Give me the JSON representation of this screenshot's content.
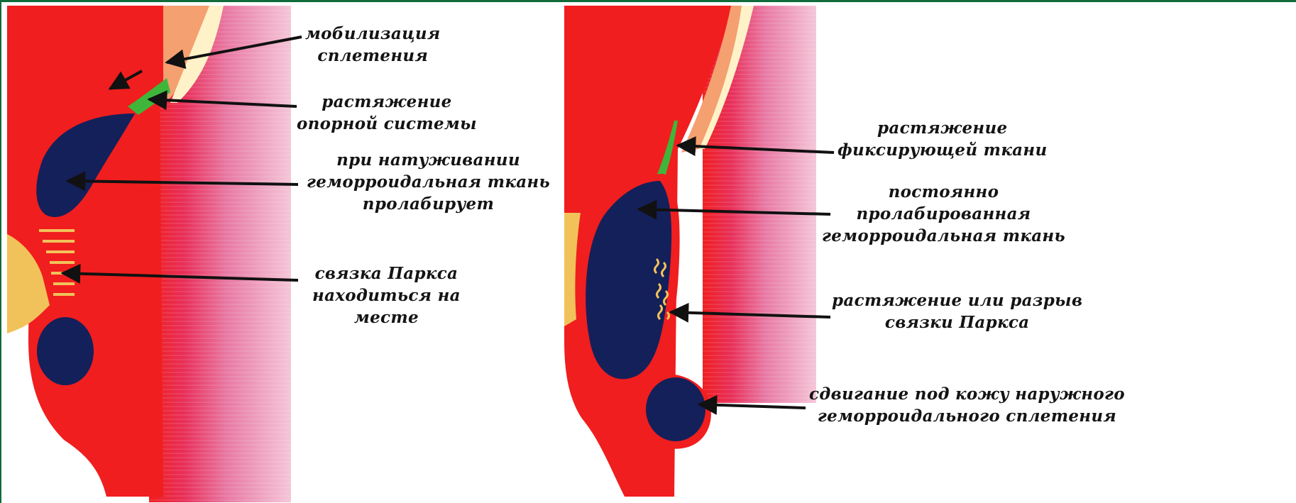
{
  "colors": {
    "tissue_red": "#f01e1e",
    "plexus_navy": "#14205a",
    "mucosa_pink": "#e87aa4",
    "fat_yellow": "#f2c25a",
    "support_green": "#3fb63a",
    "frame_green": "#0f6b3a",
    "arrow_black": "#111111"
  },
  "left_panel": {
    "labels": [
      {
        "lines": [
          "мобилизация",
          "сплетения"
        ]
      },
      {
        "lines": [
          "растяжение",
          "опорной системы"
        ]
      },
      {
        "lines": [
          "при натуживании",
          "геморроидальная ткань",
          "пролабирует"
        ]
      },
      {
        "lines": [
          "связка Паркса",
          "находиться на",
          "месте"
        ]
      }
    ]
  },
  "right_panel": {
    "labels": [
      {
        "lines": [
          "растяжение",
          "фиксирующей ткани"
        ]
      },
      {
        "lines": [
          "постоянно",
          "пролабированная",
          "геморроидальная ткань"
        ]
      },
      {
        "lines": [
          "растяжение или разрыв",
          "связки Паркса"
        ]
      },
      {
        "lines": [
          "сдвигание под кожу наружного",
          "геморроидального сплетения"
        ]
      }
    ]
  }
}
